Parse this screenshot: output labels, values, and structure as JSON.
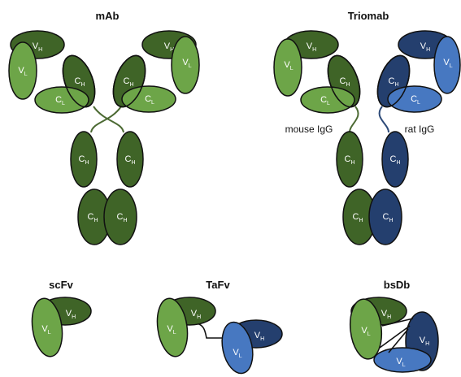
{
  "titles": {
    "mab": "mAb",
    "triomab": "Triomab",
    "scfv": "scFv",
    "tafv": "TaFv",
    "bsdb": "bsDb"
  },
  "labels": {
    "mouse": "mouse IgG",
    "rat": "rat IgG"
  },
  "domains": {
    "vh": {
      "base": "V",
      "sub": "H"
    },
    "vl": {
      "base": "V",
      "sub": "L"
    },
    "ch": {
      "base": "C",
      "sub": "H"
    },
    "cl": {
      "base": "C",
      "sub": "L"
    }
  },
  "colors": {
    "dark_green": "#3f6427",
    "light_green": "#6da548",
    "dark_blue": "#243f6e",
    "light_blue": "#4778c1",
    "outline": "#111111",
    "mouse_linker": "#4c6a33",
    "rat_linker": "#2d4a78"
  }
}
